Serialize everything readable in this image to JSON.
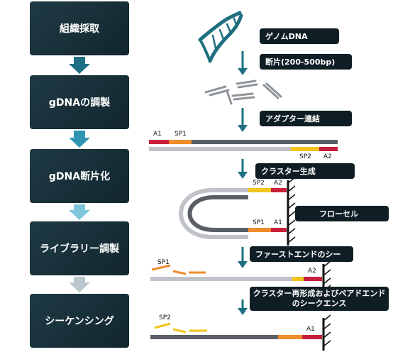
{
  "workflow_steps": [
    {
      "label": "組織採取"
    },
    {
      "label": "gDNAの調製"
    },
    {
      "label": "gDNA断片化"
    },
    {
      "label": "ライブラリー調製"
    },
    {
      "label": "シーケンシング"
    }
  ],
  "process_labels": {
    "genome_dna": "ゲノムDNA",
    "fragmentation": "断片(200-500bp)",
    "adapter_ligation": "アダプター連結",
    "cluster_generation": "クラスター生成",
    "flow_cell": "フローセル",
    "first_end": "ファーストエンドのシー",
    "paired_end": "クラスター再形成およびペアドエンドのシークエンス"
  },
  "region_labels": {
    "a1": "A1",
    "a2": "A2",
    "sp1": "SP1",
    "sp2": "SP2"
  },
  "colors": {
    "step_box": "#1a313b",
    "arrow_dark": "#1f6f85",
    "arrow_mid": "#2f95b3",
    "arrow_light": "#7fc6dc",
    "arrow_pale": "#bcc8cf",
    "teal": "#1f6f80",
    "a_region": "#c8203a",
    "sp_orange": "#f08c2c",
    "sp_yellow": "#f2c41c",
    "strand_dark": "#5a5f66",
    "strand_light": "#bfc3c8"
  }
}
